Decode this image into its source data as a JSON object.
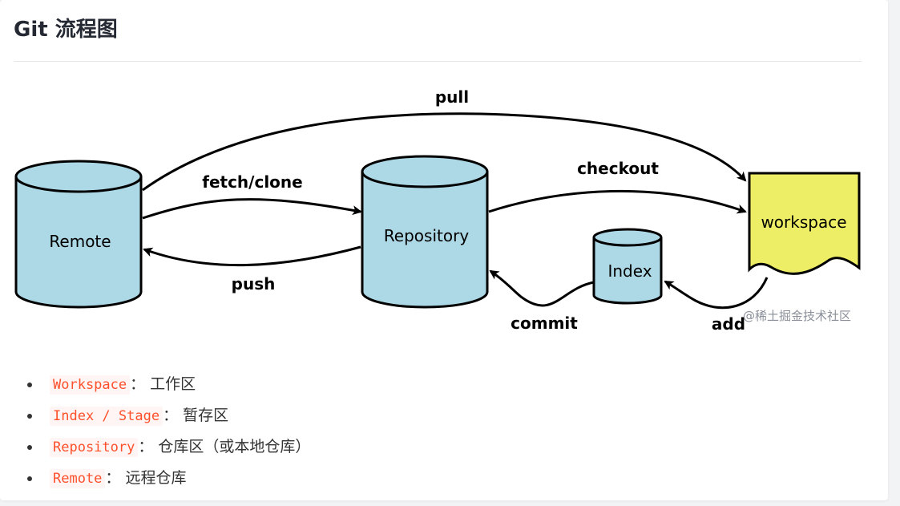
{
  "title": "Git 流程图",
  "diagram": {
    "nodes": {
      "remote": "Remote",
      "repository": "Repository",
      "index": "Index",
      "workspace": "workspace"
    },
    "edges": {
      "pull": "pull",
      "fetch_clone": "fetch/clone",
      "push": "push",
      "checkout": "checkout",
      "commit": "commit",
      "add": "add"
    },
    "watermark": "@稀土掘金技术社区",
    "colors": {
      "cylinder_fill": "#add8e6",
      "workspace_fill": "#eeee66",
      "stroke": "#000000"
    }
  },
  "terms": [
    {
      "code": "Workspace",
      "desc": "： 工作区"
    },
    {
      "code": "Index / Stage",
      "desc": "： 暂存区"
    },
    {
      "code": "Repository",
      "desc": "： 仓库区（或本地仓库）"
    },
    {
      "code": "Remote",
      "desc": "： 远程仓库"
    }
  ],
  "colors": {
    "code_text": "#ff502c",
    "code_bg": "#fff5f5",
    "heading": "#252933"
  }
}
